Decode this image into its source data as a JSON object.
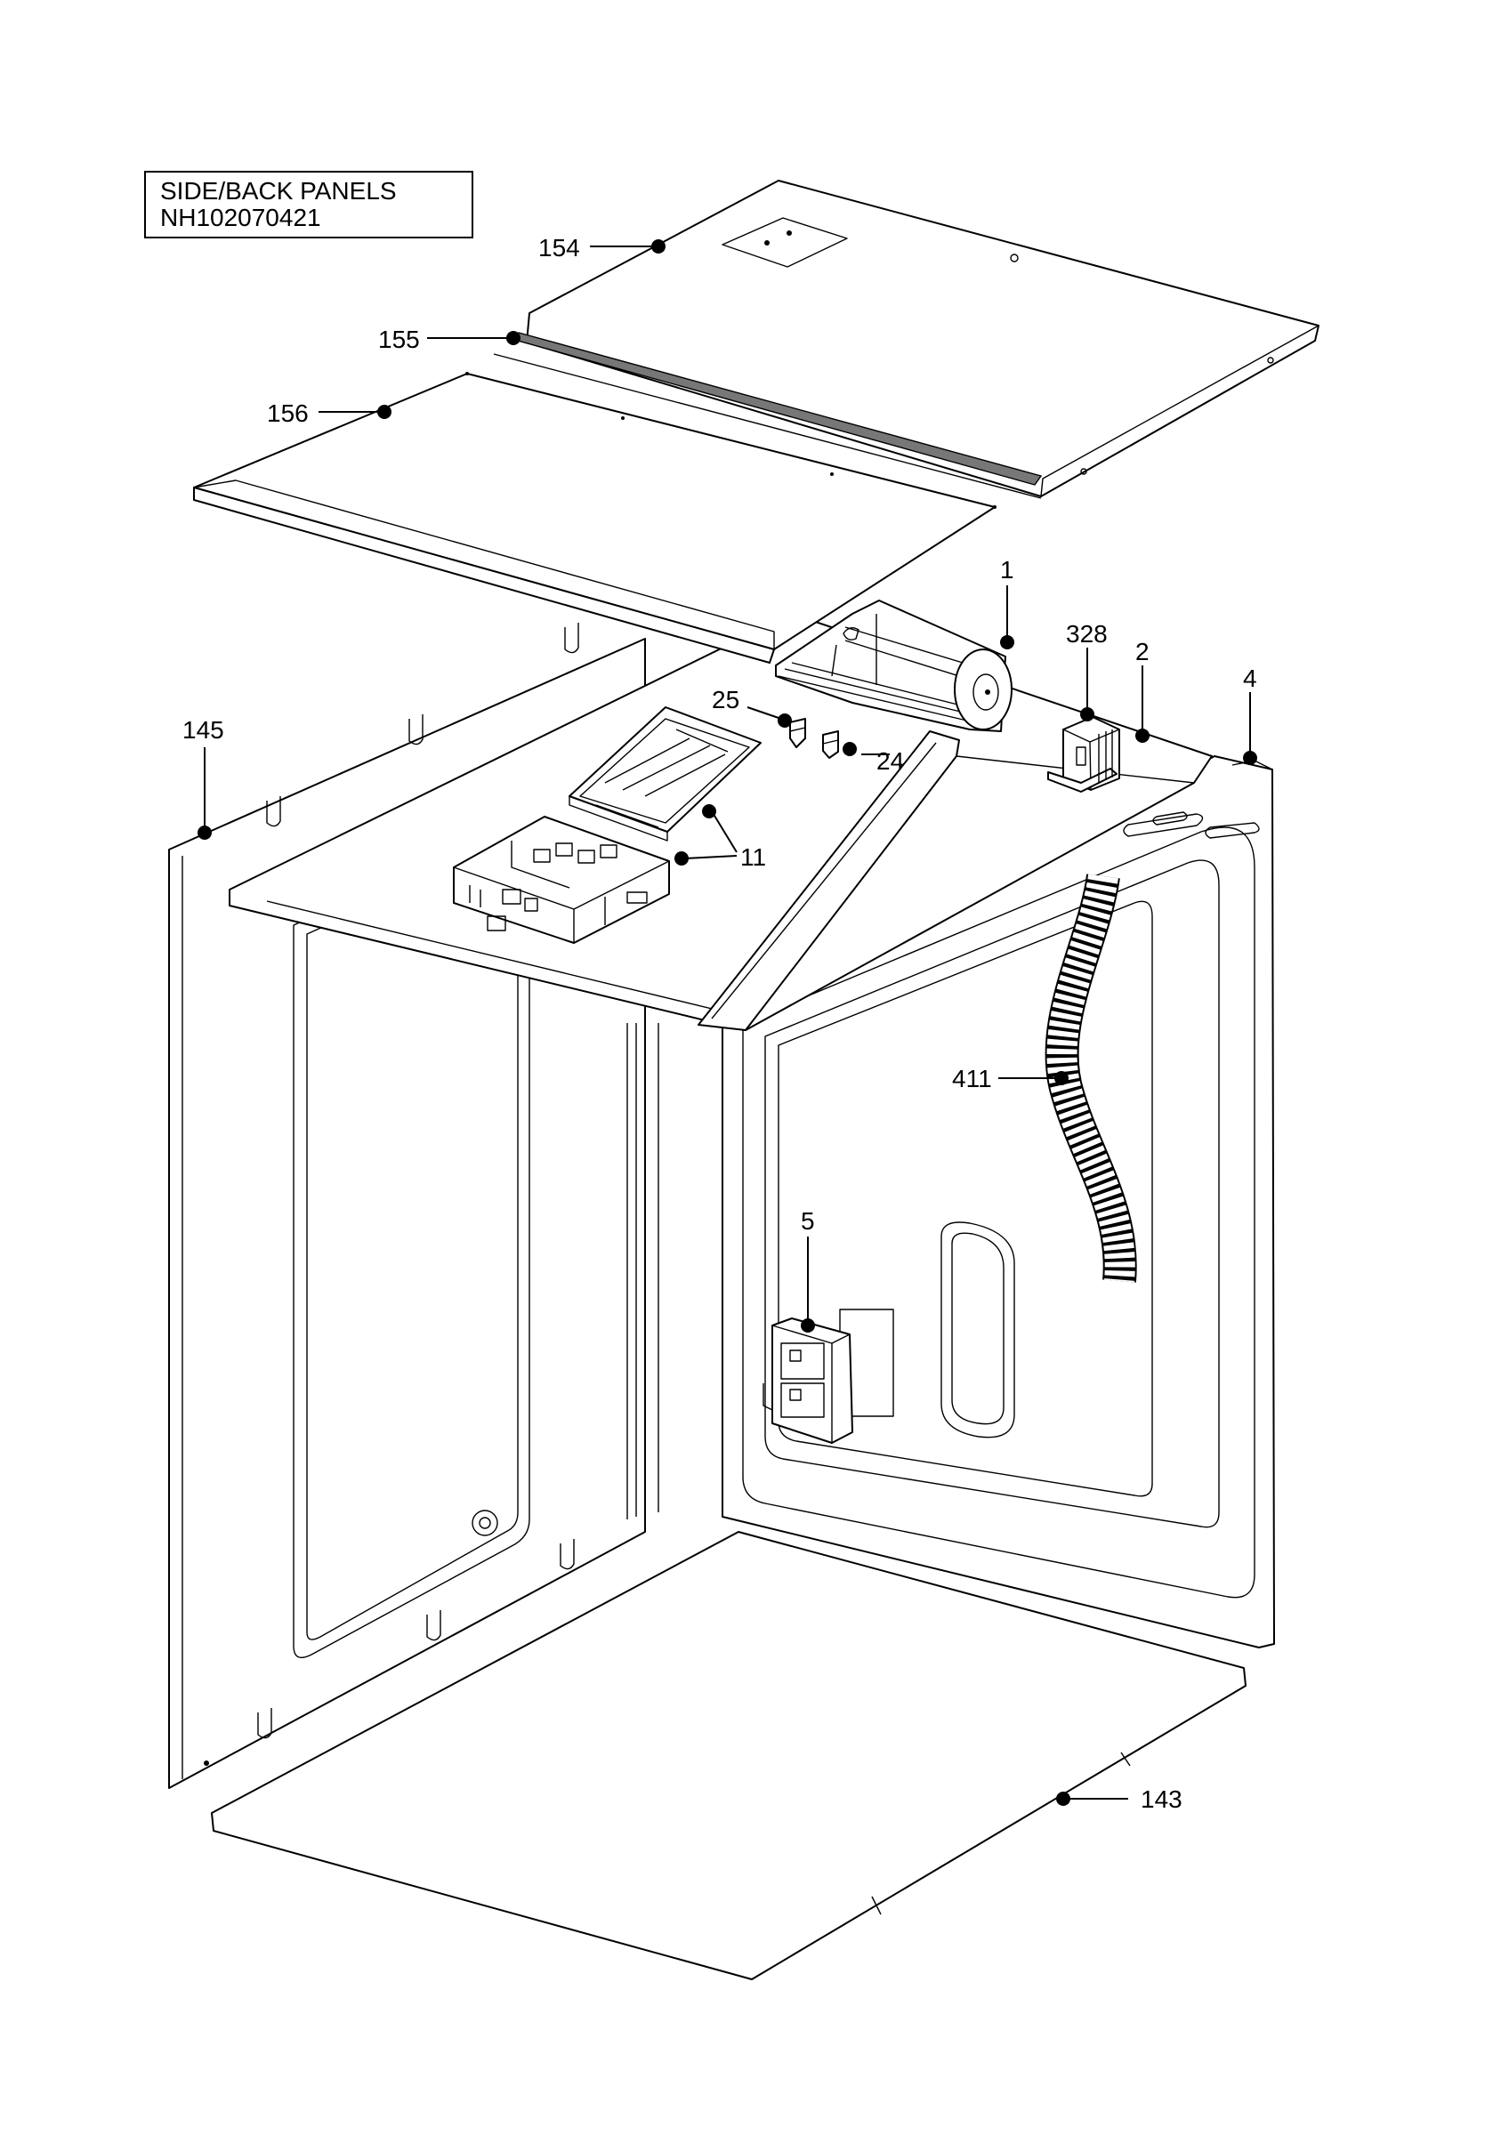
{
  "title": {
    "line1": "SIDE/BACK PANELS",
    "line2": "NH102070421"
  },
  "callouts": [
    {
      "id": "c154",
      "label": "154"
    },
    {
      "id": "c155",
      "label": "155"
    },
    {
      "id": "c156",
      "label": "156"
    },
    {
      "id": "c1",
      "label": "1"
    },
    {
      "id": "c328",
      "label": "328"
    },
    {
      "id": "c2",
      "label": "2"
    },
    {
      "id": "c4",
      "label": "4"
    },
    {
      "id": "c25",
      "label": "25"
    },
    {
      "id": "c24",
      "label": "24"
    },
    {
      "id": "c145",
      "label": "145"
    },
    {
      "id": "c11",
      "label": "11"
    },
    {
      "id": "c411",
      "label": "411"
    },
    {
      "id": "c5",
      "label": "5"
    },
    {
      "id": "c143",
      "label": "143"
    }
  ]
}
